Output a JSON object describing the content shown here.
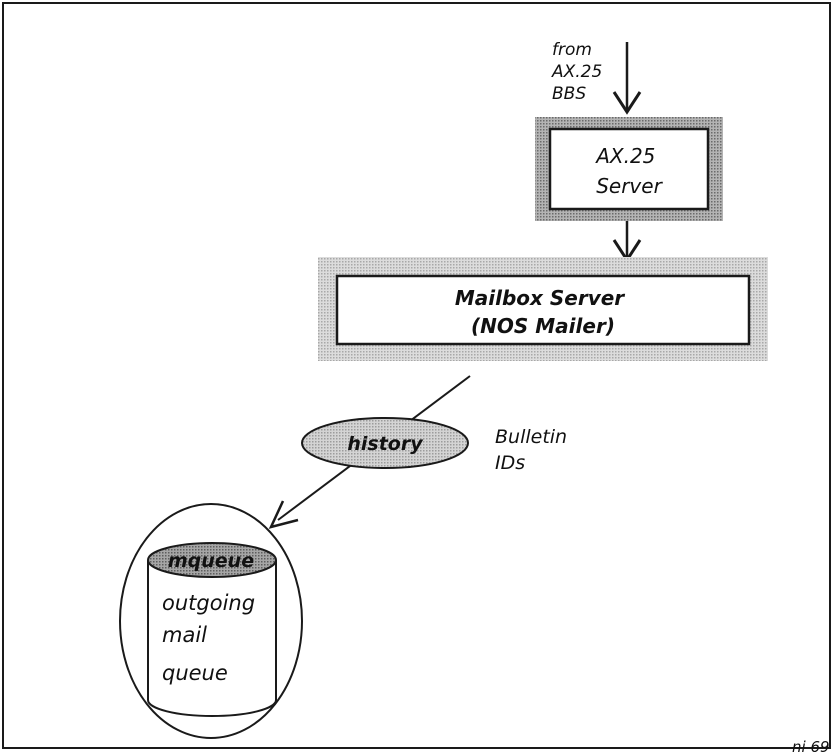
{
  "source_label": [
    "from",
    "AX.25",
    "BBS"
  ],
  "ax25_server": [
    "AX.25",
    "Server"
  ],
  "mailbox_server": [
    "Mailbox Server",
    "(NOS Mailer)"
  ],
  "history": {
    "label": "history",
    "note": [
      "Bulletin",
      "IDs"
    ]
  },
  "mqueue": {
    "label": "mqueue",
    "description": [
      "outgoing",
      "mail",
      "queue"
    ]
  },
  "figure_id": "ni 69",
  "colors": {
    "line": "#1a1a1a",
    "stipple_dark": "#8f8f8f",
    "stipple_light": "#bdbdbd",
    "history_fill": "#c9c9c9",
    "mqueue_fill": "#9a9a9a"
  }
}
